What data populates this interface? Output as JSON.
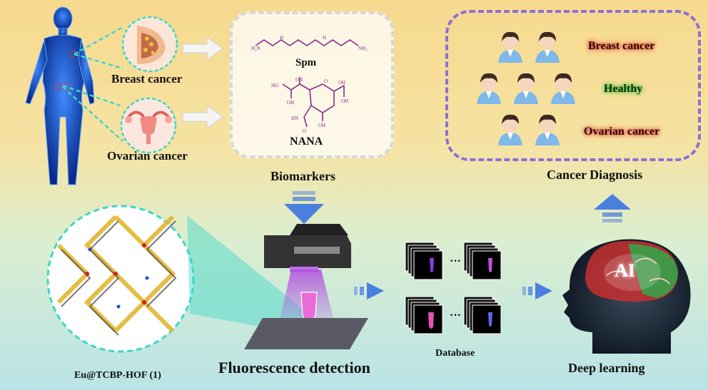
{
  "labels": {
    "breast_cancer": "Breast cancer",
    "ovarian_cancer": "Ovarian cancer",
    "spm": "Spm",
    "nana": "NANA",
    "biomarkers": "Biomarkers",
    "cancer_diagnosis": "Cancer Diagnosis",
    "group_breast": "Breast cancer",
    "group_healthy": "Healthy",
    "group_ovarian": "Ovarian cancer",
    "hof": "Eu@TCBP-HOF (1)",
    "fluorescence": "Fluorescence detection",
    "database": "Database",
    "deep_learning": "Deep learning",
    "ai": "AI",
    "dots": "···"
  },
  "colors": {
    "breast_glow": "#e8322c",
    "healthy_glow": "#2fbf2f",
    "ovarian_glow": "#e8322c",
    "molecule": "#8a2a8a",
    "arrow_blue": "#4a7fe0",
    "uv_purple": "#b04fe0",
    "dashed_purple": "#8b6fd6",
    "teal": "#3fd6c8"
  }
}
